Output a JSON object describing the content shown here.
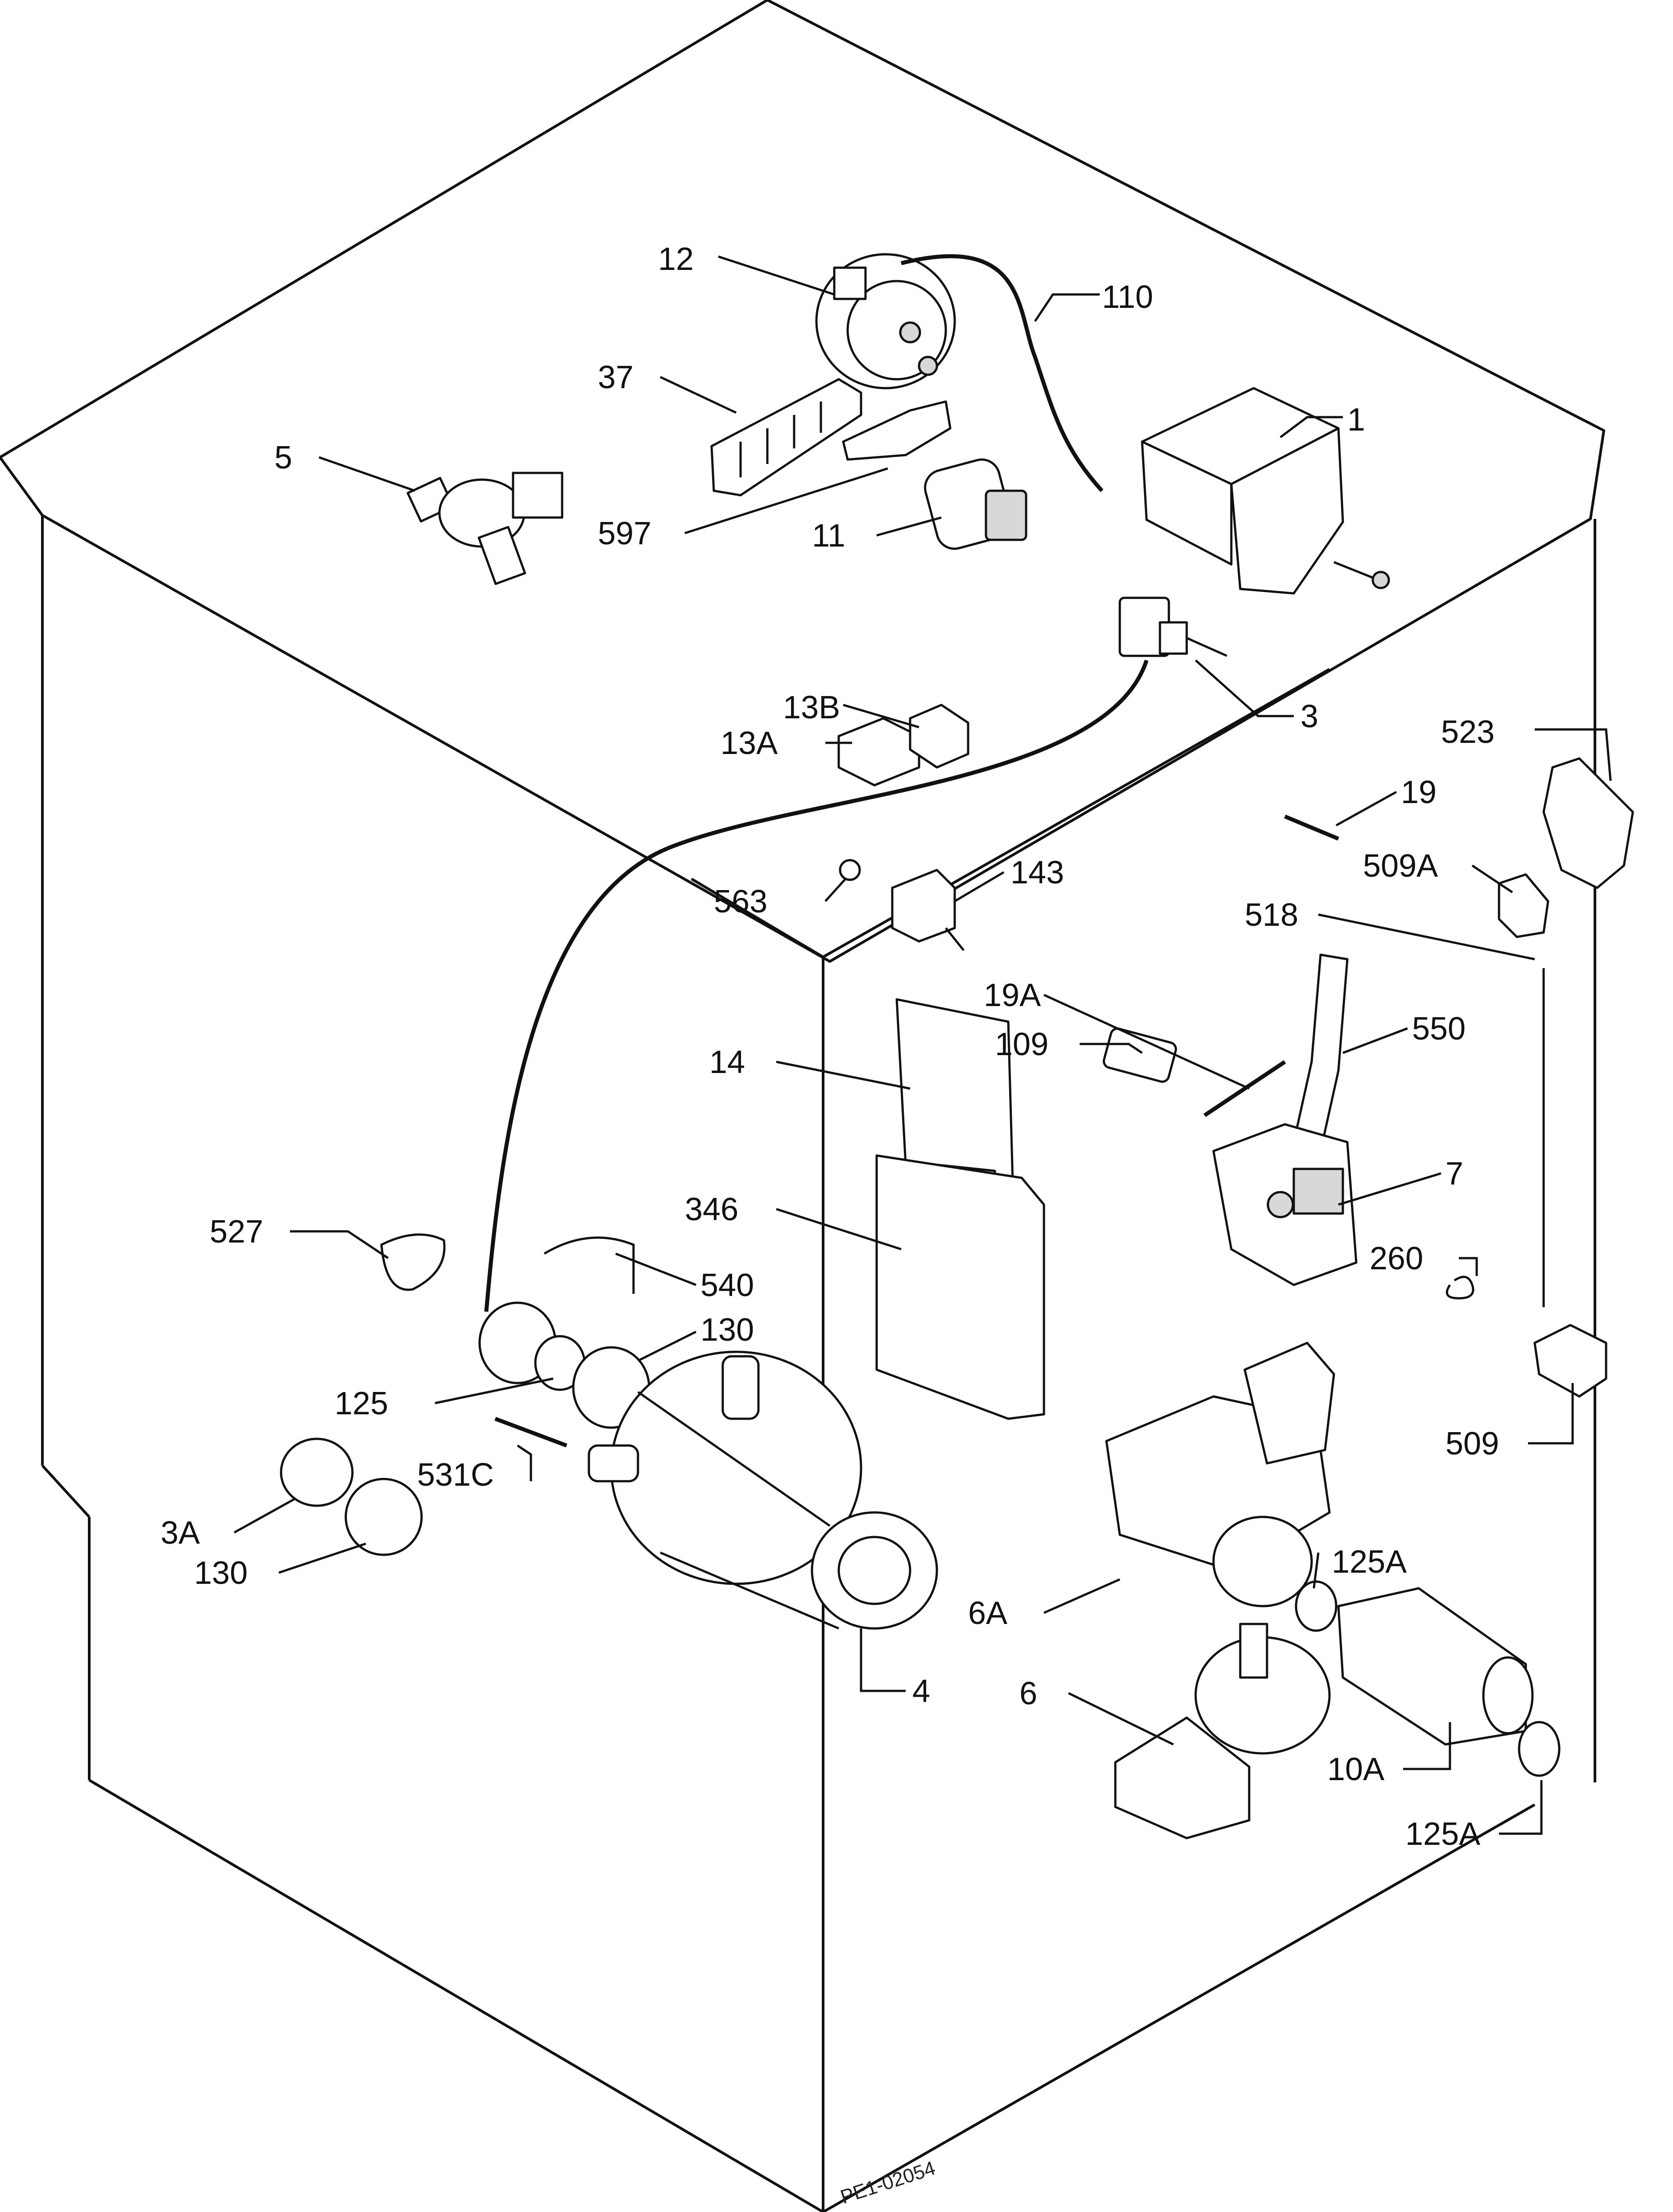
{
  "diagram": {
    "reference": "PE1-02054",
    "labels": {
      "l12": "12",
      "l110": "110",
      "l37": "37",
      "l1": "1",
      "l5": "5",
      "l597": "597",
      "l11": "11",
      "l3": "3",
      "l13b": "13B",
      "l13a": "13A",
      "l523": "523",
      "l19": "19",
      "l509a": "509A",
      "l563": "563",
      "l143": "143",
      "l518": "518",
      "l19a": "19A",
      "l550": "550",
      "l109": "109",
      "l14": "14",
      "l7": "7",
      "l346": "346",
      "l527": "527",
      "l540": "540",
      "l260": "260",
      "l130a": "130",
      "l125": "125",
      "l531c": "531C",
      "l3a": "3A",
      "l130b": "130",
      "l509": "509",
      "l125a1": "125A",
      "l6a": "6A",
      "l4": "4",
      "l6": "6",
      "l10a": "10A",
      "l125a2": "125A"
    }
  }
}
